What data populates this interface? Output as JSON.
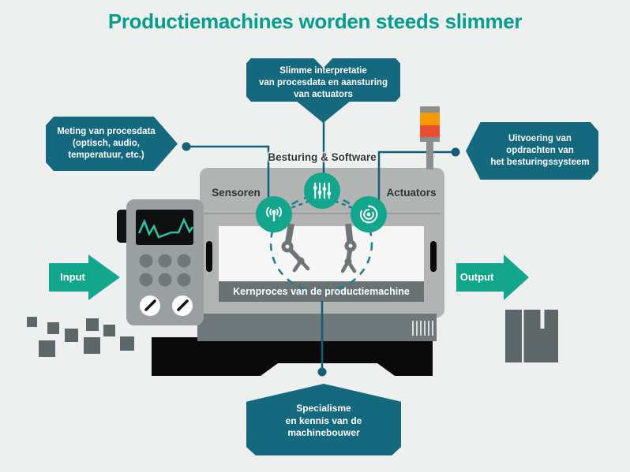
{
  "title": {
    "text": "Productiemachines worden steeds slimmer"
  },
  "callouts": {
    "top": {
      "text": "Slimme interpretatie\nvan procesdata en aansturing\nvan actuators"
    },
    "left": {
      "text": "Meting van procesdata\n(optisch, audio,\ntemperatuur, etc.)"
    },
    "right": {
      "text": "Uitvoering van\nopdrachten van\nhet besturingssysteem"
    },
    "bottom": {
      "text": "Specialisme\nen kennis van de\nmachinebouwer"
    }
  },
  "machine": {
    "software_label": "Besturing & Software",
    "sensors_label": "Sensoren",
    "actuators_label": "Actuators",
    "core_label": "Kernproces van de productiemachine"
  },
  "flow": {
    "input_label": "Input",
    "output_label": "Output"
  },
  "icons": {
    "sensors": "radio-signal-icon",
    "software": "sliders-icon",
    "actuators": "rotation-arrows-icon",
    "stack_light": "alarm-tower-light"
  },
  "colors": {
    "background": "#edf0ef",
    "title": "#079d8d",
    "accent_green": "#14a68d",
    "callout": "#15697f",
    "connector": "#135e79",
    "dashed": "#1d7b93",
    "machine_gray": "#b2b4b3",
    "dark_slate": "#6e7779",
    "core_bar": "#6a7373",
    "alarm_orange": "#f49b00",
    "alarm_red": "#e94f35"
  }
}
